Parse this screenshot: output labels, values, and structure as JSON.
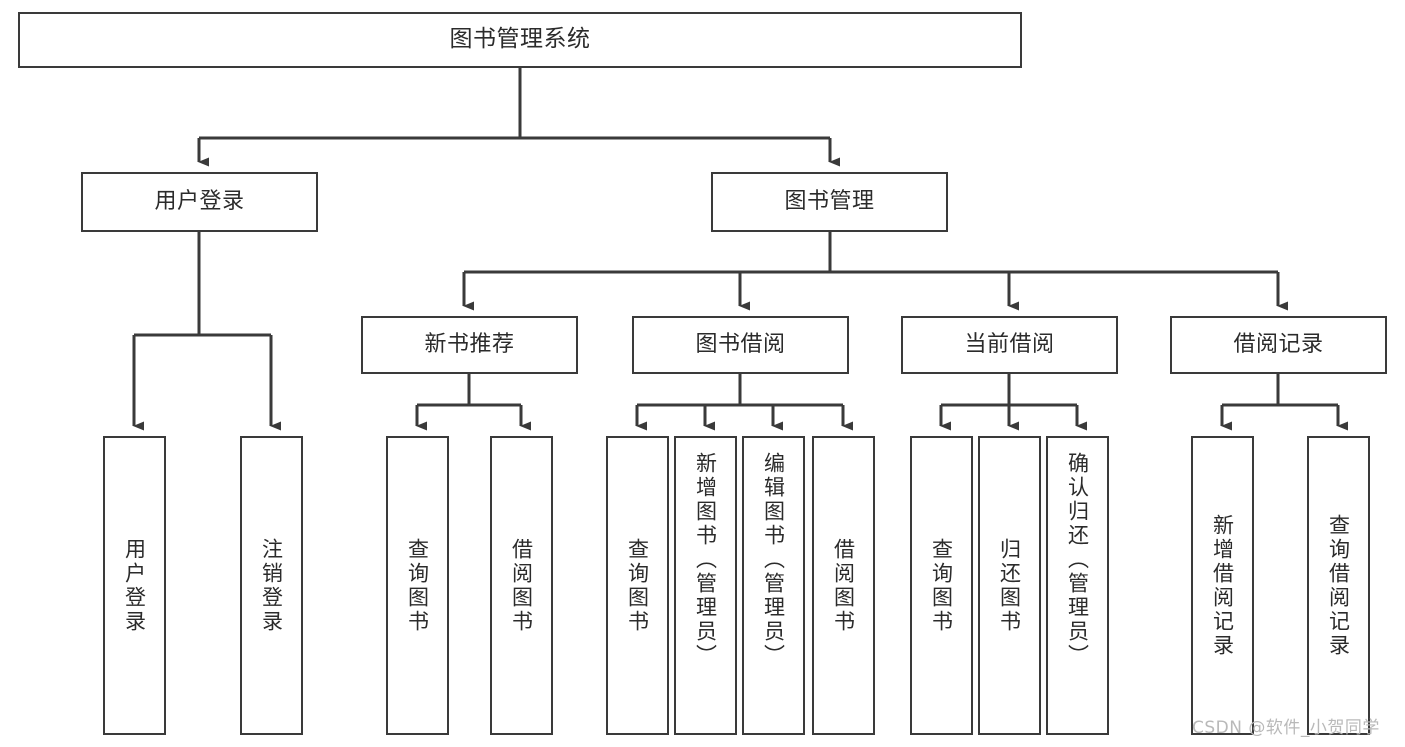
{
  "diagram": {
    "title": "图书管理系统",
    "watermark": "CSDN @软件_小贺同学",
    "stroke_color": "#3a3a3a",
    "text_color": "#2b2b2b",
    "background_color": "#ffffff",
    "levels": {
      "root": {
        "label": "图书管理系统"
      },
      "level2": [
        {
          "label": "用户登录"
        },
        {
          "label": "图书管理"
        }
      ],
      "level3": [
        {
          "label": "新书推荐"
        },
        {
          "label": "图书借阅"
        },
        {
          "label": "当前借阅"
        },
        {
          "label": "借阅记录"
        }
      ],
      "leaves_user_login": [
        {
          "label": "用户登录"
        },
        {
          "label": "注销登录"
        }
      ],
      "leaves_new_book": [
        {
          "label": "查询图书"
        },
        {
          "label": "借阅图书"
        }
      ],
      "leaves_borrow": [
        {
          "label": "查询图书"
        },
        {
          "label": "新增图书（管理员）"
        },
        {
          "label": "编辑图书（管理员）"
        },
        {
          "label": "借阅图书"
        }
      ],
      "leaves_current": [
        {
          "label": "查询图书"
        },
        {
          "label": "归还图书"
        },
        {
          "label": "确认归还（管理员）"
        }
      ],
      "leaves_records": [
        {
          "label": "新增借阅记录"
        },
        {
          "label": "查询借阅记录"
        }
      ]
    }
  }
}
